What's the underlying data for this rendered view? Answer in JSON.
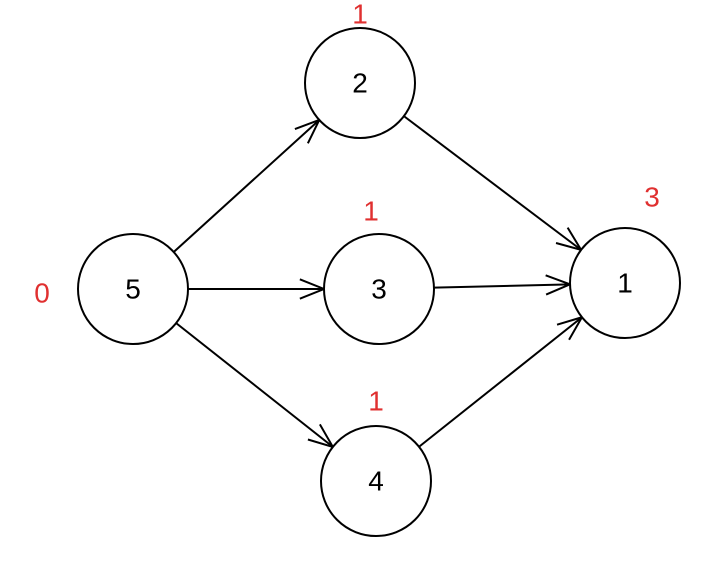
{
  "nodes": [
    {
      "id": "5",
      "label": "5",
      "weight": "0"
    },
    {
      "id": "2",
      "label": "2",
      "weight": "1"
    },
    {
      "id": "3",
      "label": "3",
      "weight": "1"
    },
    {
      "id": "4",
      "label": "4",
      "weight": "1"
    },
    {
      "id": "1",
      "label": "1",
      "weight": "3"
    }
  ],
  "edges": [
    {
      "from": "5",
      "to": "2"
    },
    {
      "from": "5",
      "to": "3"
    },
    {
      "from": "5",
      "to": "4"
    },
    {
      "from": "2",
      "to": "1"
    },
    {
      "from": "3",
      "to": "1"
    },
    {
      "from": "4",
      "to": "1"
    }
  ],
  "colors": {
    "weight": "#e03030",
    "stroke": "#000000"
  }
}
